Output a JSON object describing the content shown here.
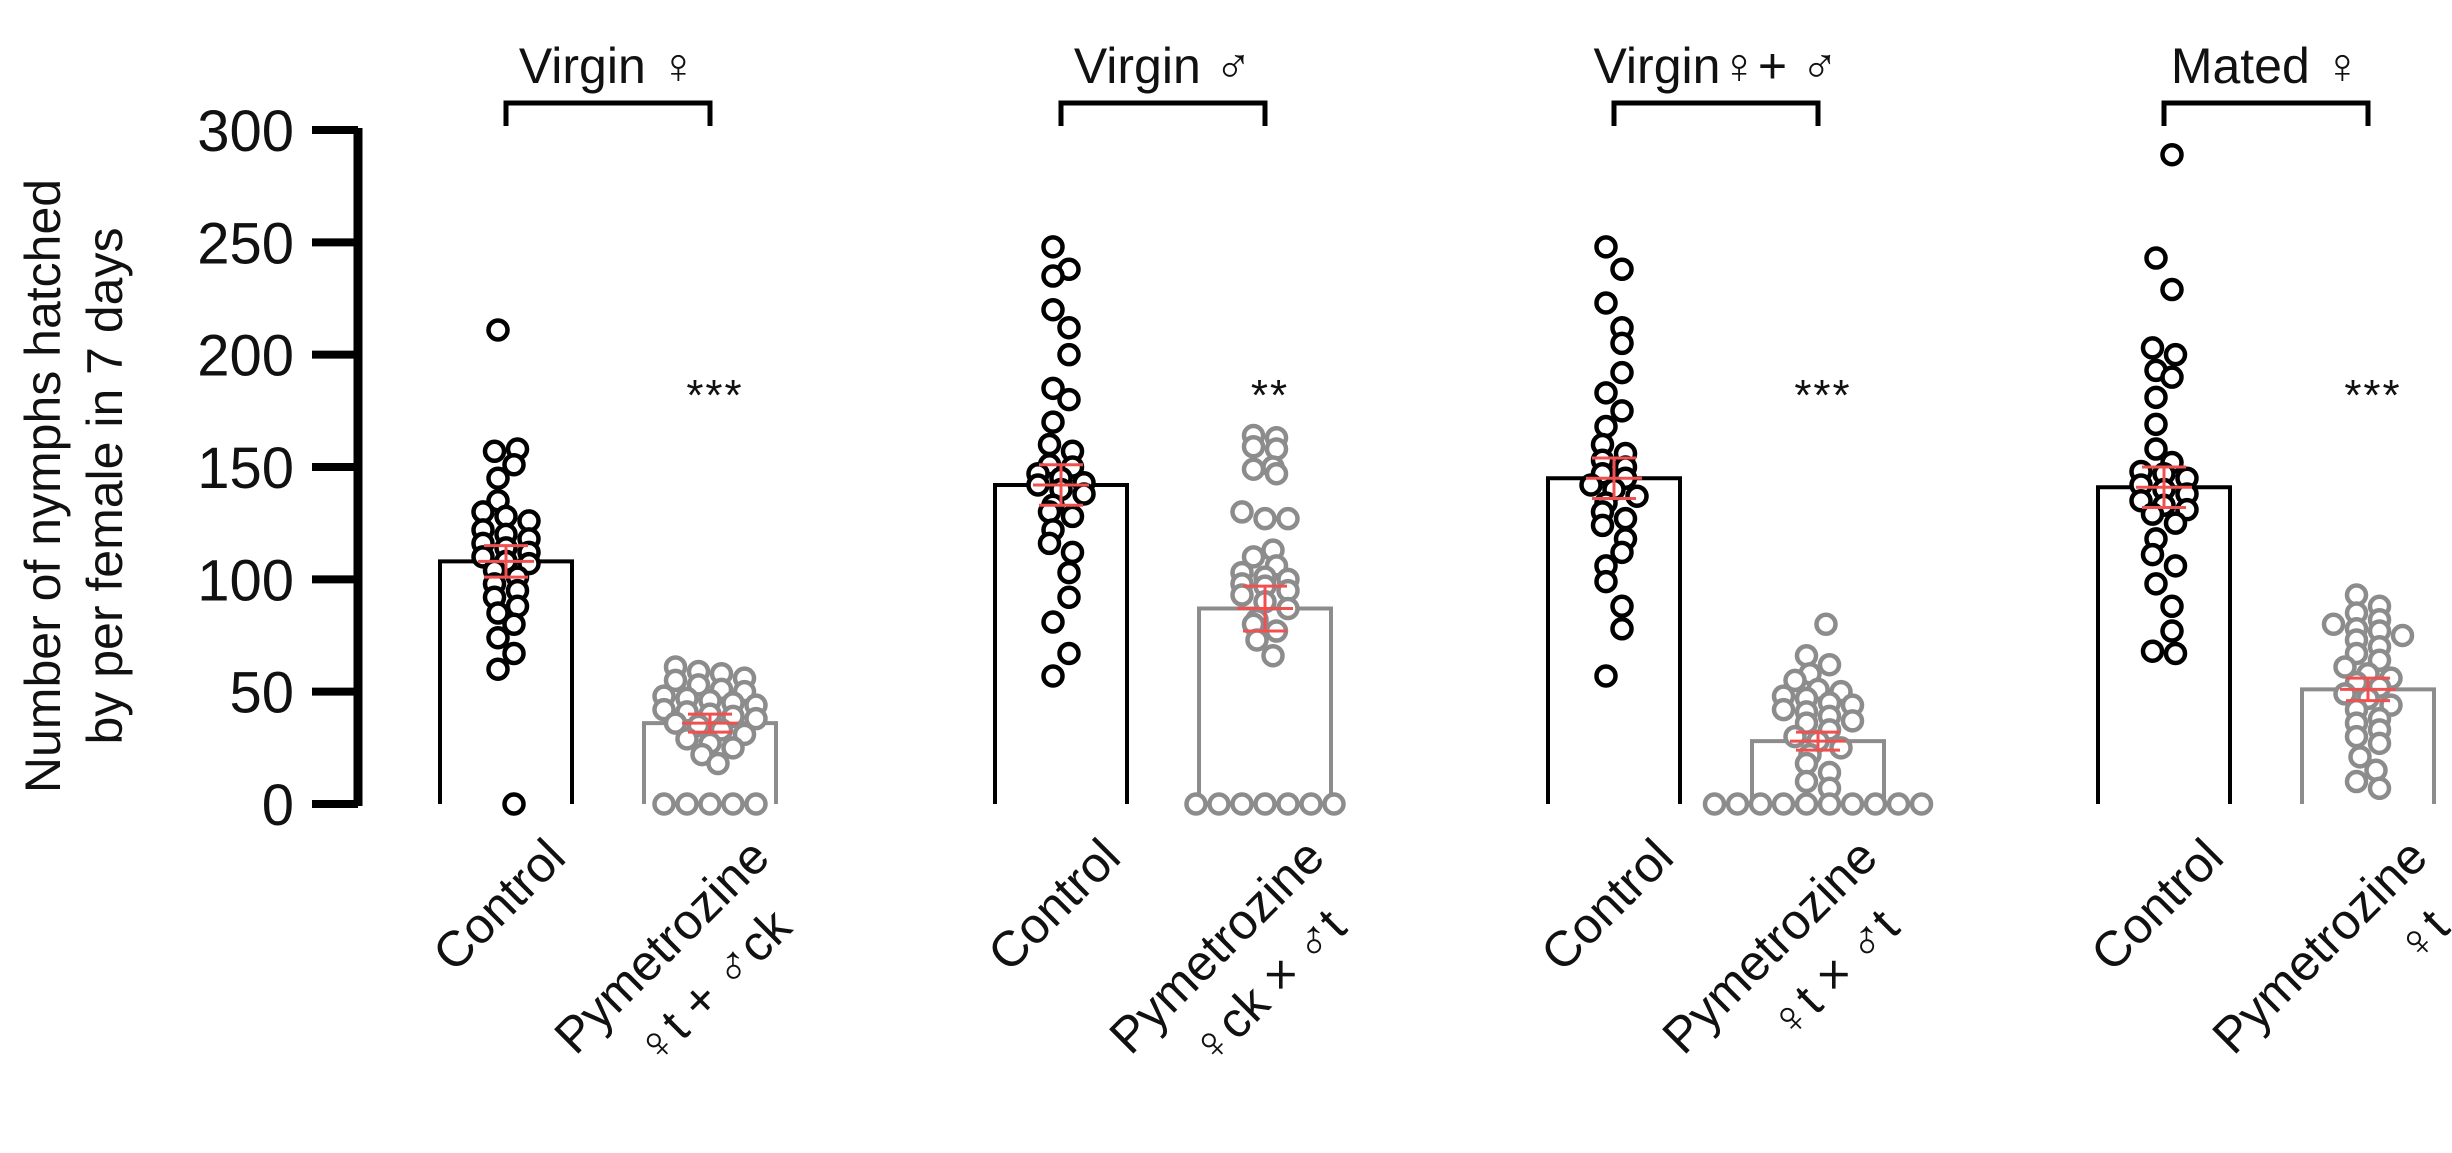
{
  "chart_data": {
    "type": "bar",
    "ylabel_lines": [
      "Number of nymphs hatched",
      "by per female in 7 days"
    ],
    "ylim": [
      0,
      300
    ],
    "yticks": [
      "0",
      "50",
      "100",
      "150",
      "200",
      "250",
      "300"
    ],
    "colors": {
      "control": "#000000",
      "treated": "#8c8c8c",
      "error_bar": "#f05050"
    },
    "groups": [
      {
        "label": "Virgin ♀",
        "significance": "***",
        "bars": [
          {
            "label_lines": [
              "Control"
            ],
            "role": "control",
            "mean": 108,
            "sem": 7,
            "points": [
              211,
              157,
              151,
              158,
              145,
              130,
              135,
              128,
              126,
              122,
              120,
              118,
              116,
              114,
              112,
              110,
              108,
              107,
              104,
              101,
              98,
              95,
              92,
              88,
              85,
              80,
              74,
              67,
              60,
              0
            ]
          },
          {
            "label_lines": [
              "Pymetrozine",
              "♀t + ♂ck"
            ],
            "role": "treated",
            "mean": 36,
            "sem": 4,
            "points": [
              61,
              59,
              58,
              56,
              55,
              53,
              51,
              50,
              48,
              47,
              46,
              45,
              44,
              42,
              41,
              40,
              39,
              38,
              36,
              35,
              33,
              31,
              29,
              27,
              25,
              22,
              18,
              0,
              0,
              0,
              0,
              0
            ]
          }
        ]
      },
      {
        "label": "Virgin ♂",
        "significance": "**",
        "bars": [
          {
            "label_lines": [
              "Control"
            ],
            "role": "control",
            "mean": 142,
            "sem": 9,
            "points": [
              248,
              238,
              235,
              220,
              212,
              200,
              185,
              180,
              170,
              160,
              157,
              151,
              150,
              147,
              145,
              143,
              142,
              140,
              138,
              133,
              130,
              128,
              122,
              116,
              112,
              103,
              92,
              81,
              67,
              57
            ]
          },
          {
            "label_lines": [
              "Pymetrozine",
              "♀ck × ♂t"
            ],
            "role": "treated",
            "mean": 87,
            "sem": 10,
            "points": [
              164,
              163,
              159,
              158,
              150,
              149,
              147,
              130,
              127,
              127,
              113,
              110,
              106,
              103,
              101,
              100,
              98,
              97,
              95,
              93,
              90,
              87,
              82,
              80,
              77,
              73,
              66,
              0,
              0,
              0,
              0,
              0,
              0,
              0
            ]
          }
        ]
      },
      {
        "label": "Virgin♀+ ♂",
        "significance": "***",
        "bars": [
          {
            "label_lines": [
              "Control"
            ],
            "role": "control",
            "mean": 145,
            "sem": 9,
            "points": [
              248,
              238,
              223,
              212,
              205,
              192,
              183,
              175,
              168,
              160,
              156,
              153,
              150,
              147,
              145,
              142,
              140,
              137,
              134,
              130,
              127,
              124,
              118,
              112,
              106,
              99,
              88,
              78,
              57
            ]
          },
          {
            "label_lines": [
              "Pymetrozine",
              "♀t × ♂t"
            ],
            "role": "treated",
            "mean": 28,
            "sem": 4,
            "points": [
              80,
              66,
              62,
              58,
              55,
              51,
              50,
              48,
              47,
              45,
              44,
              42,
              41,
              39,
              37,
              36,
              33,
              30,
              28,
              25,
              22,
              18,
              14,
              10,
              7,
              0,
              0,
              0,
              0,
              0,
              0,
              0,
              0,
              0,
              0
            ]
          }
        ]
      },
      {
        "label": "Mated ♀",
        "significance": "***",
        "bars": [
          {
            "label_lines": [
              "Control"
            ],
            "role": "control",
            "mean": 141,
            "sem": 9,
            "points": [
              289,
              243,
              229,
              203,
              200,
              193,
              190,
              181,
              169,
              158,
              152,
              148,
              147,
              145,
              142,
              140,
              138,
              135,
              133,
              131,
              129,
              125,
              118,
              111,
              106,
              98,
              88,
              77,
              68,
              67
            ]
          },
          {
            "label_lines": [
              "Pymetrozine",
              "♀t"
            ],
            "role": "treated",
            "mean": 51,
            "sem": 5,
            "points": [
              93,
              88,
              85,
              82,
              80,
              78,
              77,
              75,
              73,
              70,
              67,
              64,
              61,
              58,
              56,
              54,
              52,
              49,
              47,
              44,
              42,
              38,
              36,
              33,
              30,
              27,
              21,
              15,
              10,
              7
            ]
          }
        ]
      }
    ]
  }
}
